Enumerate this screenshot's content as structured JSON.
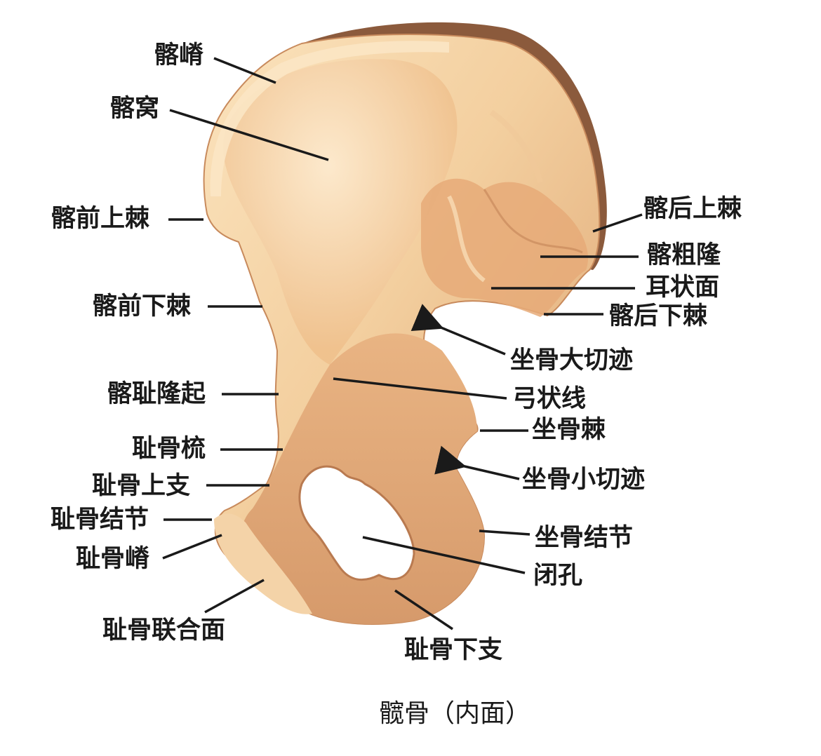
{
  "diagram": {
    "title": "髋骨（内面）",
    "subject": "hip bone, medial (internal) view",
    "colors": {
      "bone_light": "#f8dcb0",
      "bone_mid": "#eab784",
      "bone_dark": "#c98a5c",
      "outer_rim": "#8b5a3c",
      "label_text": "#1a1a1a",
      "leader_line": "#1a1a1a",
      "background": "#ffffff"
    },
    "labels": {
      "iliac_crest": "髂嵴",
      "iliac_fossa": "髂窝",
      "anterior_superior_iliac_spine": "髂前上棘",
      "anterior_inferior_iliac_spine": "髂前下棘",
      "iliopubic_eminence": "髂耻隆起",
      "pecten_pubis": "耻骨梳",
      "superior_pubic_ramus": "耻骨上支",
      "pubic_tubercle": "耻骨结节",
      "pubic_crest": "耻骨嵴",
      "symphyseal_surface": "耻骨联合面",
      "posterior_superior_iliac_spine": "髂后上棘",
      "iliac_tuberosity": "髂粗隆",
      "auricular_surface": "耳状面",
      "posterior_inferior_iliac_spine": "髂后下棘",
      "greater_sciatic_notch": "坐骨大切迹",
      "arcuate_line": "弓状线",
      "ischial_spine": "坐骨棘",
      "lesser_sciatic_notch": "坐骨小切迹",
      "ischial_tuberosity": "坐骨结节",
      "obturator_foramen": "闭孔",
      "inferior_pubic_ramus": "耻骨下支"
    }
  }
}
